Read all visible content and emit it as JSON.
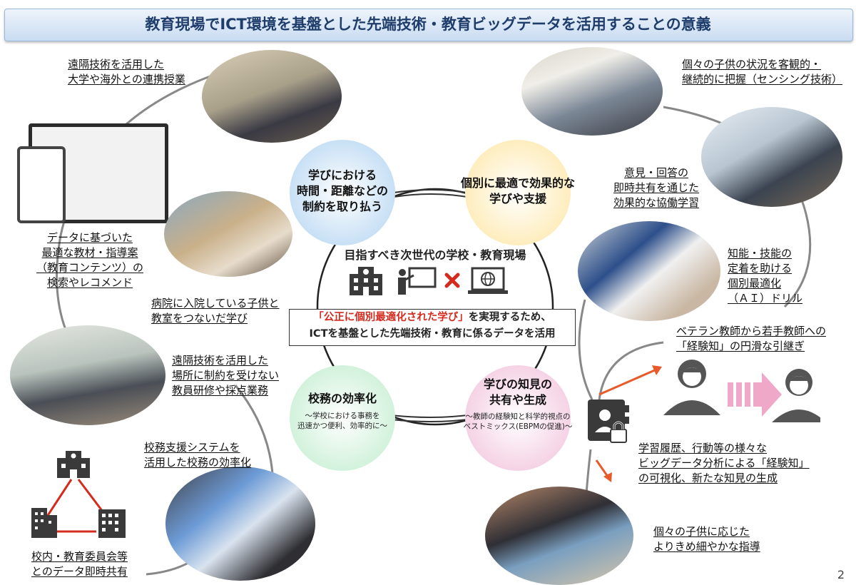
{
  "title": "教育現場でICT環境を基盤とした先端技術・教育ビッグデータを活用することの意義",
  "center": {
    "heading": "目指すべき次世代の学校・教育現場",
    "box_line1_quote": "「公正に個別最適化された学び」",
    "box_line1_rest": "を実現するため、",
    "box_line2": "ICTを基盤とした先端技術・教育に係るデータを活用"
  },
  "bubbles": {
    "top_left": [
      "学びにおける",
      "時間・距離などの",
      "制約を取り払う"
    ],
    "top_right": [
      "個別に最適で効果的な",
      "学びや支援"
    ],
    "bottom_left": {
      "title": "校務の効率化",
      "sub": [
        "～学校における事務を",
        "迅速かつ便利、効率的に～"
      ]
    },
    "bottom_right": {
      "title": [
        "学びの知見の",
        "共有や生成"
      ],
      "sub": [
        "～教師の経験知と科学的視点の",
        "ベストミックス(EBPMの促進)～"
      ]
    }
  },
  "labels": {
    "remote_class": [
      "遠隔技術を活用した",
      "大学や海外との連携授業"
    ],
    "data_materials": [
      "データに基づいた",
      "最適な教材・指導案",
      "（教育コンテンツ）の",
      "検索やレコメンド"
    ],
    "hospital": [
      "病院に入院している子供と",
      "教室をつないだ学び"
    ],
    "remote_training": [
      "遠隔技術を活用した",
      "場所に制約を受けない",
      "教員研修や採点業務"
    ],
    "school_system": [
      "校務支援システムを",
      "活用した校務の効率化"
    ],
    "data_sharing": [
      "校内・教育委員会等",
      "とのデータ即時共有"
    ],
    "sensing": [
      "個々の子供の状況を客観的・",
      "継続的に把握（センシング技術）"
    ],
    "collab": [
      "意見・回答の",
      "即時共有を通じた",
      "効果的な協働学習"
    ],
    "ai_drill": [
      "知能・技能の",
      "定着を助ける",
      "個別最適化",
      "（ＡＩ）ドリル"
    ],
    "veteran": [
      "ベテラン教師から若手教師への",
      "「経験知」の円滑な引継ぎ"
    ],
    "bigdata": [
      "学習履歴、行動等の様々な",
      "ビッグデータ分析による「経験知」",
      "の可視化、新たな知見の生成"
    ],
    "fine_guidance": [
      "個々の子供に応じた",
      "よりきめ細やかな指導"
    ]
  },
  "page_number": "2",
  "colors": {
    "title_text": "#1f3d6b",
    "accent_red": "#d52b1e",
    "bubble_blue": "#bcd9f3",
    "bubble_yellow": "#fde9b0",
    "bubble_green": "#c9efd4",
    "bubble_pink": "#f3c9e0",
    "icon_dark": "#3a3a3a",
    "arrow_orange": "#e85a2a"
  },
  "icons": [
    "school-building-icon",
    "teacher-board-icon",
    "cross-icon",
    "laptop-globe-icon",
    "office-building-icon",
    "student-id-lock-icon",
    "veteran-teacher-icon",
    "young-teacher-icon"
  ]
}
